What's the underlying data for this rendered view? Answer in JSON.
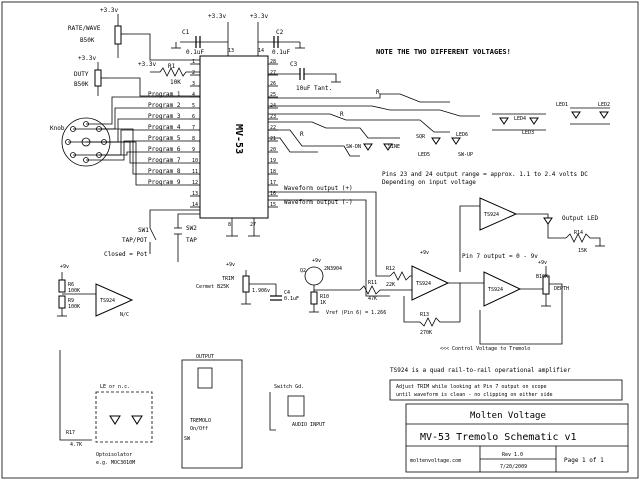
{
  "note": "NOTE THE TWO DIFFERENT VOLTAGES!",
  "ic": {
    "name": "MV-53",
    "pins_left": [
      {
        "num": "1",
        "label": ""
      },
      {
        "num": "2",
        "label": ""
      },
      {
        "num": "3",
        "label": ""
      },
      {
        "num": "4",
        "label": "Program 1"
      },
      {
        "num": "5",
        "label": "Program 2"
      },
      {
        "num": "6",
        "label": "Program 3"
      },
      {
        "num": "7",
        "label": "Program 4"
      },
      {
        "num": "8",
        "label": "Program 5"
      },
      {
        "num": "9",
        "label": "Program 6"
      },
      {
        "num": "10",
        "label": "Program 7"
      },
      {
        "num": "11",
        "label": "Program 8"
      },
      {
        "num": "12",
        "label": "Program 9"
      },
      {
        "num": "13",
        "label": ""
      },
      {
        "num": "14",
        "label": ""
      }
    ],
    "pins_right": [
      "28",
      "27",
      "26",
      "25",
      "24",
      "23",
      "22",
      "21",
      "20",
      "19",
      "18",
      "17",
      "16",
      "15"
    ],
    "top_pins": [
      "13",
      "14"
    ],
    "bottom_pins": [
      "8",
      "27"
    ]
  },
  "labels": {
    "rate_wave": "RATE/WAVE",
    "r_50k": "B50K",
    "duty": "DUTY",
    "v33": "+3.3v",
    "v9": "+9v",
    "r1": "R1",
    "r1_val": "10K",
    "c1": "C1",
    "c1_val": "0.1uF",
    "c2": "C2",
    "c2_val": "0.1uF",
    "c3": "C3",
    "c3_val": "10uF Tant.",
    "knob": "Knob",
    "sw1": "SW1",
    "tap_pot": "TAP/POT",
    "closed_pot": "Closed = Pot",
    "sw2": "SW2",
    "tap": "TAP",
    "r_group": "R",
    "led1": "LED1",
    "led2": "LED2",
    "led3": "LED3",
    "led4": "LED4",
    "led5": "LED5",
    "led6": "LED6",
    "sqr": "SQR",
    "sw_dn": "SW-DN",
    "sw_up": "SW-UP",
    "sine": "SINE",
    "pins_note_1": "Pins 23 and 24 output range = approx. 1.1 to 2.4 volts DC",
    "pins_note_2": "Depending on input voltage",
    "wave_pos": "Waveform output (+)",
    "wave_neg": "Waveform output (-)",
    "tl_top": "TS924",
    "output_led": "Output LED",
    "r14": "R14",
    "r14_val": "15K",
    "pin7": "Pin 7 output = 0 - 9v",
    "r6": "R6",
    "r6_val": "100K",
    "r9": "R9",
    "r9_val": "100K",
    "ts924_nc": "TS924",
    "nc": "N/C",
    "trim": "TRIM",
    "cermet": "Cermet B25K",
    "v_mid": "1.906v",
    "c4": "C4",
    "c4_val": "0.1uF",
    "q2": "Q2",
    "q2_val": "2N3904",
    "r10": "R10",
    "r10_val": "1K",
    "r11": "R11",
    "r11_val": "47K",
    "vref": "Vref (Pin 6) = 1.266",
    "r12": "R12",
    "r12_val": "22K",
    "ts924_mid": "TS924",
    "r13": "R13",
    "r13_val": "270K",
    "r_depth": "B10K",
    "depth": "DEPTH",
    "ctrl": "<<< Control Voltage to Tremolo",
    "quad_note": "TS924 is a quad rail-to-rail operational amplifier",
    "adjust_1": "Adjust TRIM while looking at Pin 7 output on scope",
    "adjust_2": "until waveform is clean - no clipping on either side",
    "output": "OUTPUT",
    "tremolo": "TREMOLO",
    "on_off": "On/Off",
    "sw4": "SW",
    "switch_gnd": "Switch Gd.",
    "audio_input": "AUDIO INPUT",
    "le": "LE or n.c.",
    "r17": "R17",
    "r17_val": "4.7K",
    "opto": "Optoisolator",
    "opto_part": "e.g. MOC3010M"
  },
  "title_block": {
    "company": "Molten Voltage",
    "title": "MV-53 Tremolo Schematic v1",
    "website": "moltenvoltage.com",
    "rev": "Rev 1.0",
    "date": "7/20/2009",
    "page": "Page 1 of 1"
  }
}
